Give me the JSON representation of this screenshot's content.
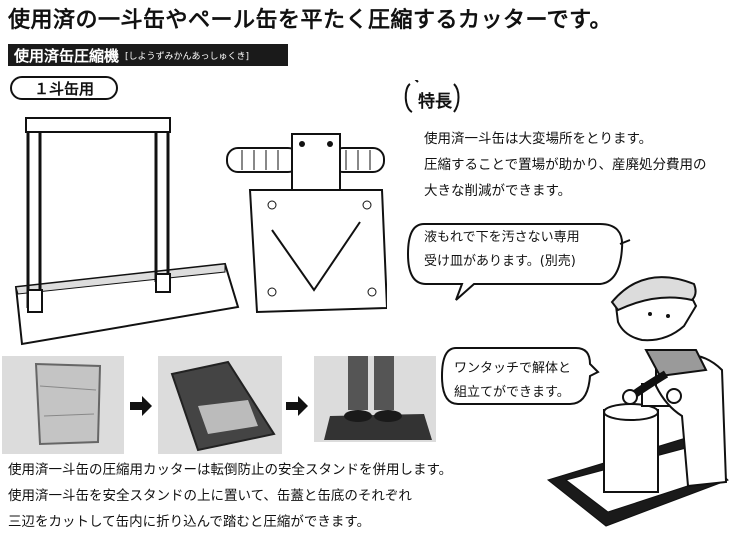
{
  "headline": "使用済の一斗缶やペール缶を平たく圧縮するカッターです。",
  "product": {
    "name": "使用済缶圧縮機",
    "reading": "[しようずみかんあっしゅくき]"
  },
  "usage_label": "１斗缶用",
  "features": {
    "title": "特長",
    "lines": [
      "使用済一斗缶は大変場所をとります。",
      "圧縮することで置場が助かり、産廃処分費用の",
      "大きな削減ができます。"
    ]
  },
  "bubbles": {
    "tray": [
      "液もれで下を汚さない専用",
      "受け皿があります。(別売)"
    ],
    "assembly": [
      "ワンタッチで解体と",
      "組立てができます。"
    ]
  },
  "description_lines": [
    "使用済一斗缶の圧縮用カッターは転倒防止の安全スタンドを併用します。",
    "使用済一斗缶を安全スタンドの上に置いて、缶蓋と缶底のそれぞれ",
    "三辺をカットして缶内に折り込んで踏むと圧縮ができます。"
  ],
  "process_photos": [
    "crushed-can-photo",
    "flattened-can-photo",
    "stepping-on-can-photo"
  ]
}
